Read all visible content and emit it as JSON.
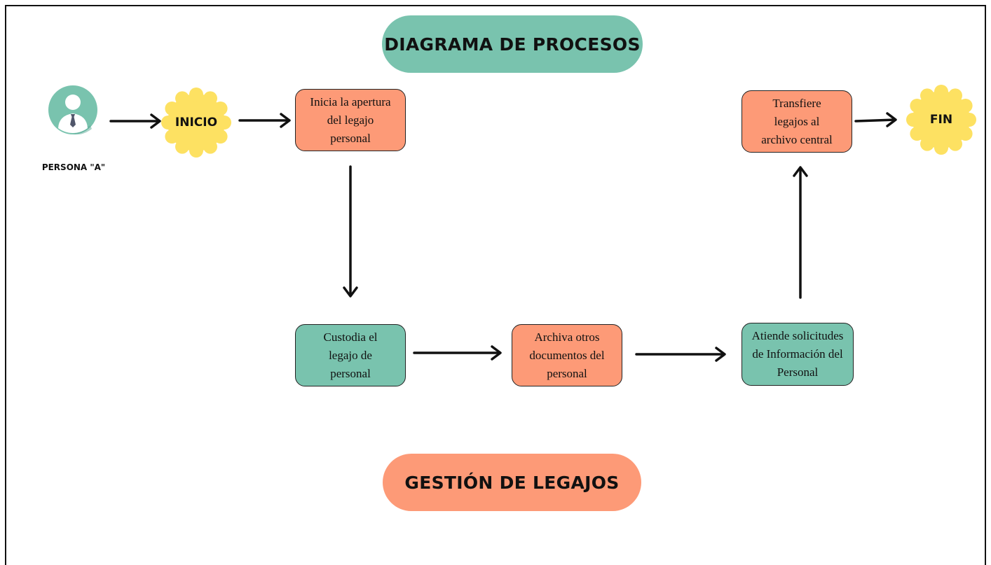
{
  "header": {
    "title": "DIAGRAMA DE PROCESOS"
  },
  "footer": {
    "title": "GESTIÓN DE LEGAJOS"
  },
  "actor": {
    "label": "PERSONA \"A\"",
    "icon": "person-avatar-icon"
  },
  "start": {
    "label": "INICIO"
  },
  "end": {
    "label": "FIN"
  },
  "steps": [
    {
      "lines": [
        "Inicia la apertura",
        "del legajo",
        "personal"
      ]
    },
    {
      "lines": [
        "Custodia el",
        "legajo de",
        "personal"
      ]
    },
    {
      "lines": [
        "Archiva otros",
        "documentos del",
        "personal"
      ]
    },
    {
      "lines": [
        "Atiende solicitudes",
        "de Información del",
        "Personal"
      ]
    },
    {
      "lines": [
        "Transfiere",
        "legajos al",
        "archivo central"
      ]
    }
  ],
  "colors": {
    "teal": "#79c3ae",
    "salmon": "#fd9a77",
    "badge_yellow": "#fde162",
    "arrow": "#111111"
  }
}
